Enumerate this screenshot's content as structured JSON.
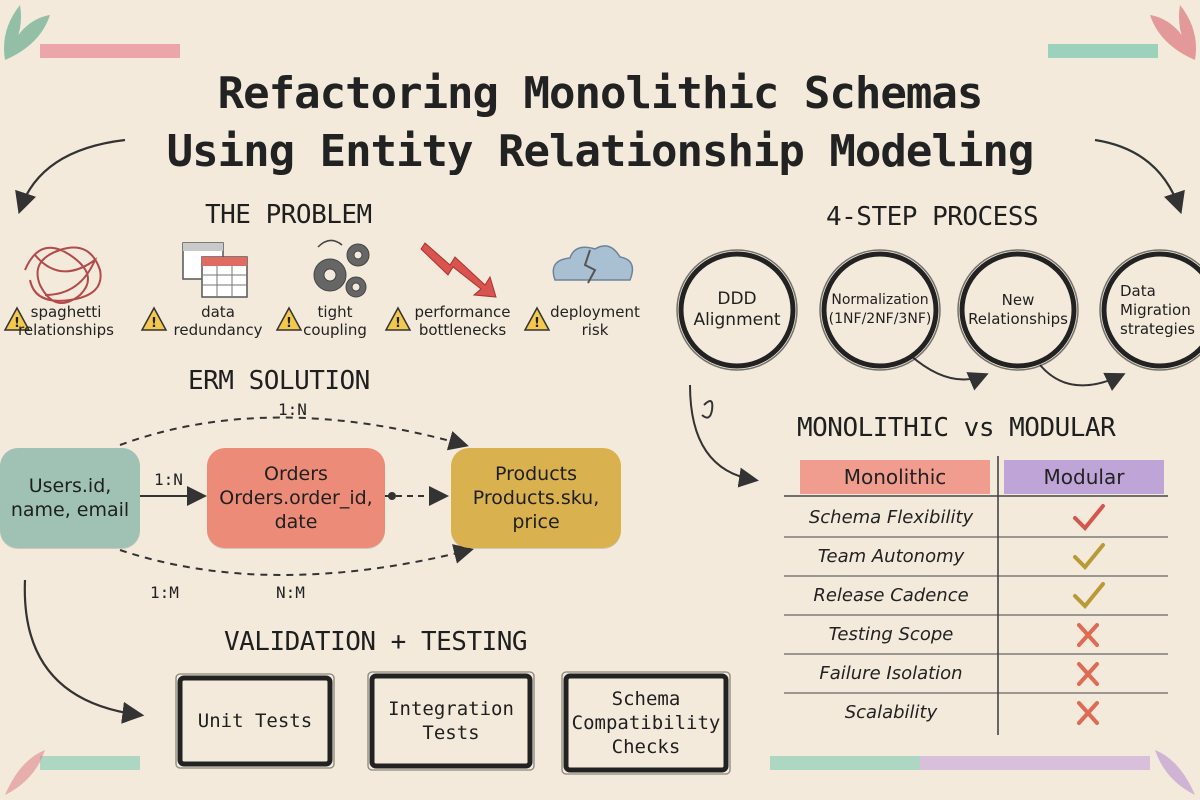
{
  "title": {
    "line1": "Refactoring Monolithic Schemas",
    "line2": "Using Entity Relationship Modeling"
  },
  "problem": {
    "heading": "THE PROBLEM",
    "items": [
      {
        "label": "spaghetti relationships",
        "icon": "tangled-lines-icon"
      },
      {
        "label": "data redundancy",
        "icon": "duplicate-tables-icon"
      },
      {
        "label": "tight coupling",
        "icon": "gears-icon"
      },
      {
        "label": "performance bottlenecks",
        "icon": "down-trend-arrow-icon"
      },
      {
        "label": "deployment risk",
        "icon": "broken-cloud-icon"
      }
    ]
  },
  "erm": {
    "heading": "ERM SOLUTION",
    "entities": {
      "users": "Users.id, name, email",
      "orders": "Orders Orders.order_id, date",
      "products": "Products Products.sku, price"
    },
    "relations": {
      "top": "1:N",
      "users_orders": "1:N",
      "bottom_left": "1:M",
      "bottom_mid": "N:M"
    },
    "colors": {
      "users": "#9fc2b4",
      "orders": "#ec8c78",
      "products": "#d9b24f"
    }
  },
  "validation": {
    "heading": "VALIDATION + TESTING",
    "boxes": [
      "Unit Tests",
      "Integration Tests",
      "Schema Compatibility Checks"
    ]
  },
  "process": {
    "heading": "4-STEP PROCESS",
    "steps": [
      "DDD Alignment",
      "Normalization (1NF/2NF/3NF)",
      "New Relationships",
      "Data Migration strategies"
    ]
  },
  "comparison": {
    "heading": "MONOLITHIC vs MODULAR",
    "columns": [
      "Monolithic",
      "Modular"
    ],
    "rows": [
      {
        "label": "Schema Flexibility",
        "mark": "check",
        "color": "#d4564d"
      },
      {
        "label": "Team Autonomy",
        "mark": "check",
        "color": "#b89a36"
      },
      {
        "label": "Release Cadence",
        "mark": "check",
        "color": "#b89a36"
      },
      {
        "label": "Testing Scope",
        "mark": "cross",
        "color": "#e06b55"
      },
      {
        "label": "Failure Isolation",
        "mark": "cross",
        "color": "#e06b55"
      },
      {
        "label": "Scalability",
        "mark": "cross",
        "color": "#e06b55"
      }
    ],
    "colors": {
      "monolithic": "#ee8f83",
      "modular": "#b598d6"
    }
  }
}
